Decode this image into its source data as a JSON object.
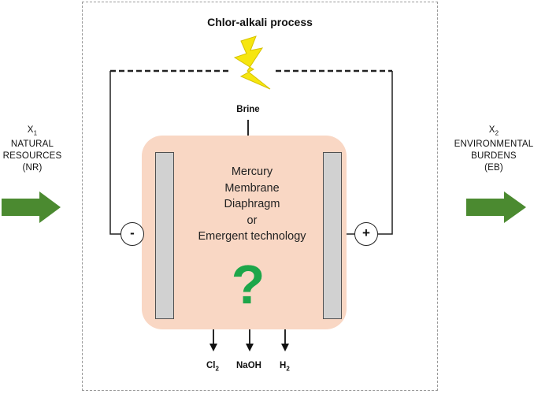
{
  "title": "Chlor-alkali process",
  "input": {
    "symbol": "X",
    "subscript": "1",
    "lines": [
      "NATURAL",
      "RESOURCES",
      "(NR)"
    ]
  },
  "output": {
    "symbol": "X",
    "subscript": "2",
    "lines": [
      "ENVIRONMENTAL",
      "BURDENS",
      "(EB)"
    ]
  },
  "brine": "Brine",
  "technologies": [
    "Mercury",
    "Membrane",
    "Diaphragm",
    "or",
    "Emergent technology"
  ],
  "question": "?",
  "electrodes": {
    "negative": "-",
    "positive": "+"
  },
  "products": [
    {
      "base": "Cl",
      "sub": "2"
    },
    {
      "base": "NaOH",
      "sub": ""
    },
    {
      "base": "H",
      "sub": "2"
    }
  ],
  "colors": {
    "arrow": "#4b8a30",
    "cell": "#f9d7c4",
    "electrode": "#d1d1d1",
    "question": "#1da64a",
    "bolt": "#f6e60f"
  }
}
